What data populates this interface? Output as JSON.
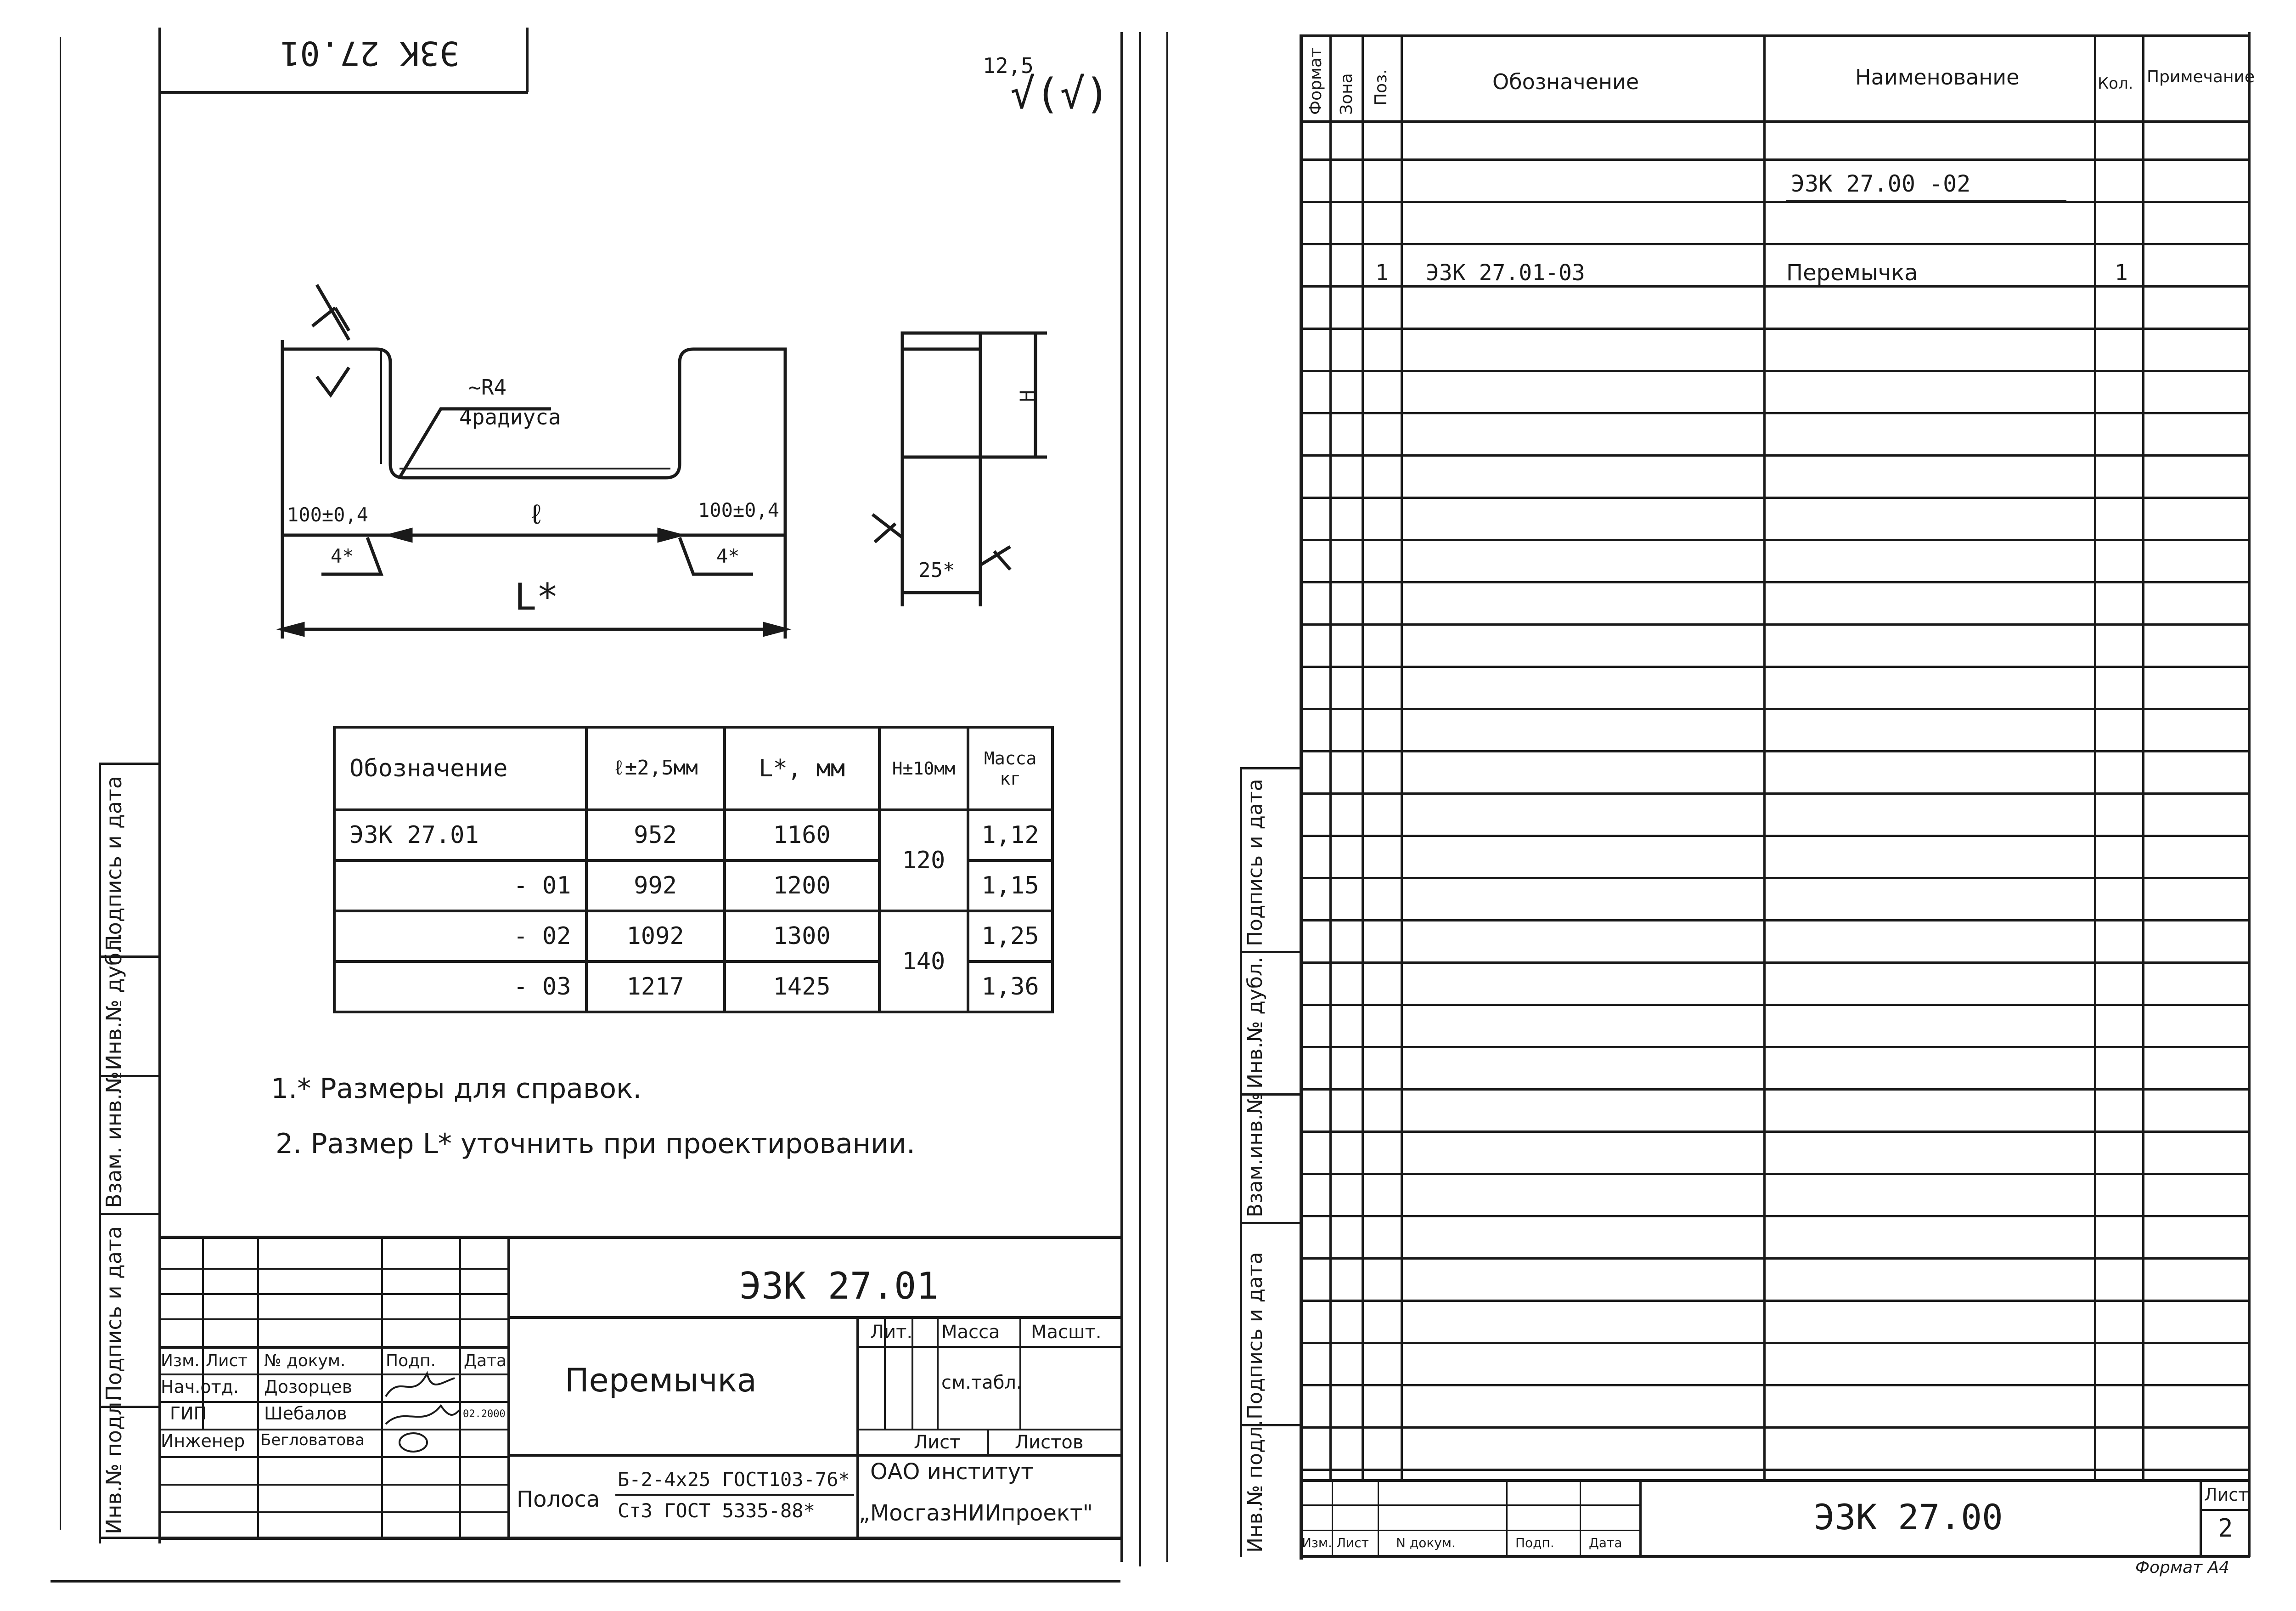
{
  "left_sheet": {
    "top_stamp": "ЭЗК 27.01",
    "roughness": {
      "value": "12,5",
      "symbol": "√(√)"
    },
    "drawing": {
      "radius_note": "~R4",
      "radius_count": "4радиуса",
      "dim_left": "100±0,4",
      "dim_right": "100±0,4",
      "dim_l": "ℓ",
      "dim_L": "L*",
      "dim_4_left": "4*",
      "dim_4_right": "4*",
      "dim_H": "H",
      "dim_25": "25*"
    },
    "table": {
      "headers": [
        "Обозначение",
        "ℓ±2,5мм",
        "L*, мм",
        "H±10мм",
        "Масса кг"
      ],
      "rows": [
        {
          "designation": "ЭЗК 27.01",
          "l": "952",
          "L": "1160",
          "mass": "1,12"
        },
        {
          "designation": "- 01",
          "l": "992",
          "L": "1200",
          "mass": "1,15"
        },
        {
          "designation": "- 02",
          "l": "1092",
          "L": "1300",
          "mass": "1,25"
        },
        {
          "designation": "- 03",
          "l": "1217",
          "L": "1425",
          "mass": "1,36"
        }
      ],
      "h_groups": [
        "120",
        "140"
      ]
    },
    "notes": [
      "1.* Размеры для справок.",
      "2. Размер L* уточнить при проектировании."
    ],
    "side_stamps": [
      "Инв.№ подл.",
      "Подпись и дата",
      "Взам. инв.№",
      "Инв.№ дубл.",
      "Подпись и дата"
    ],
    "title_block": {
      "code": "ЭЗК 27.01",
      "name": "Перемычка",
      "col_headers": [
        "Изм.",
        "Лист",
        "№ докум.",
        "Подп.",
        "Дата"
      ],
      "people": [
        {
          "role": "Нач.отд.",
          "name": "Дозорцев"
        },
        {
          "role": "ГИП",
          "name": "Шебалов",
          "date": "02.2000"
        },
        {
          "role": "Инженер",
          "name": "Бегловатова"
        }
      ],
      "lit_label": "Лит.",
      "mass_label": "Масса",
      "scale_label": "Масшт.",
      "mass_value": "см.табл.",
      "sheet_label": "Лист",
      "sheets_label": "Листов",
      "material_prefix": "Полоса",
      "material_top": "Б-2-4х25 ГОСТ103-76*",
      "material_bottom": "Ст3 ГОСТ 5335-88*",
      "org_line1": "ОАО институт",
      "org_line2": "„МосгазНИИпроект\""
    }
  },
  "right_sheet": {
    "headers": {
      "format": "Формат",
      "zone": "Зона",
      "pos": "Поз.",
      "designation": "Обозначение",
      "name": "Наименование",
      "qty": "Кол.",
      "note": "Примечание"
    },
    "rows": [
      {
        "designation": "",
        "name": "ЭЗК 27.00 -02",
        "pos": "",
        "qty": ""
      },
      {
        "pos": "1",
        "designation": "ЭЗК 27.01-03",
        "name": "Перемычка",
        "qty": "1"
      }
    ],
    "side_stamps": [
      "Инв.№ подл.",
      "Подпись и дата",
      "Взам.инв.№",
      "Инв.№ дубл.",
      "Подпись и дата"
    ],
    "bottom": {
      "code": "ЭЗК 27.00",
      "sheet_label": "Лист",
      "sheet_number": "2",
      "col_headers": [
        "Изм.",
        "Лист",
        "N докум.",
        "Подп.",
        "Дата"
      ],
      "format": "Формат А4"
    }
  }
}
